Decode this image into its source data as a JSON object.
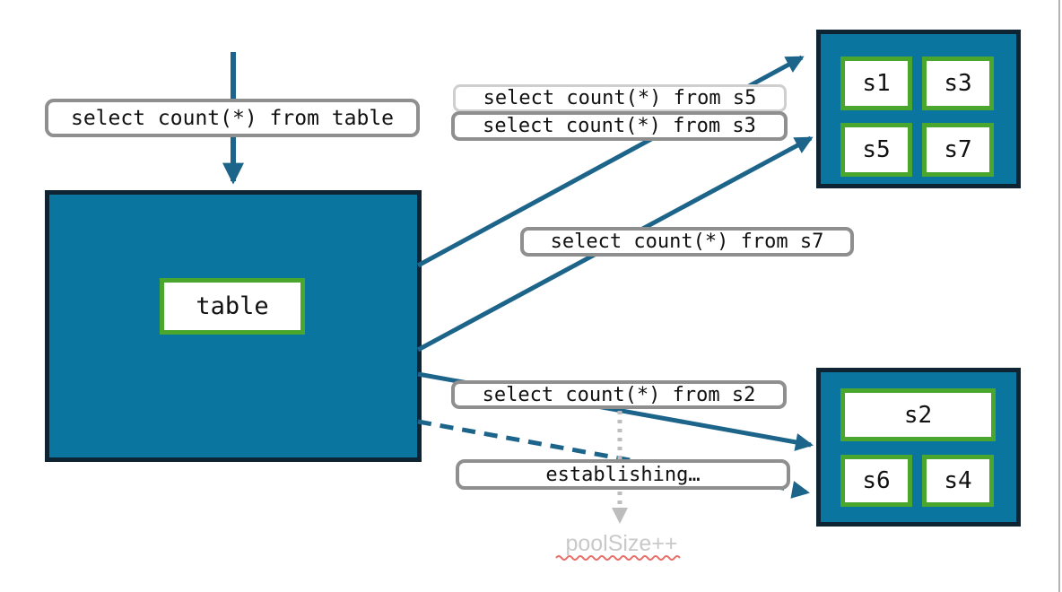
{
  "diagram": {
    "queries": {
      "table": "select count(*) from table",
      "s5": "select count(*) from s5",
      "s3": "select count(*) from s3",
      "s7": "select count(*) from s7",
      "s2": "select count(*) from s2"
    },
    "status": {
      "establishing": "establishing…",
      "pool_size": "poolSize++"
    },
    "table_node": {
      "label": "table"
    },
    "shard_groups": {
      "top": [
        "s1",
        "s3",
        "s5",
        "s7"
      ],
      "bottom": [
        "s2",
        "s6",
        "s4"
      ]
    },
    "colors": {
      "teal_fill": "#0a76a0",
      "navy_border": "#0e2433",
      "green_border": "#4aa62c",
      "arrow_teal": "#1c6489",
      "label_border": "#8f8f8f",
      "label_border_light": "#cfcfcf",
      "dotted_grey": "#bdbdbd",
      "pool_text_grey": "#c9c9c9",
      "squiggle_red": "#e2574e"
    }
  }
}
